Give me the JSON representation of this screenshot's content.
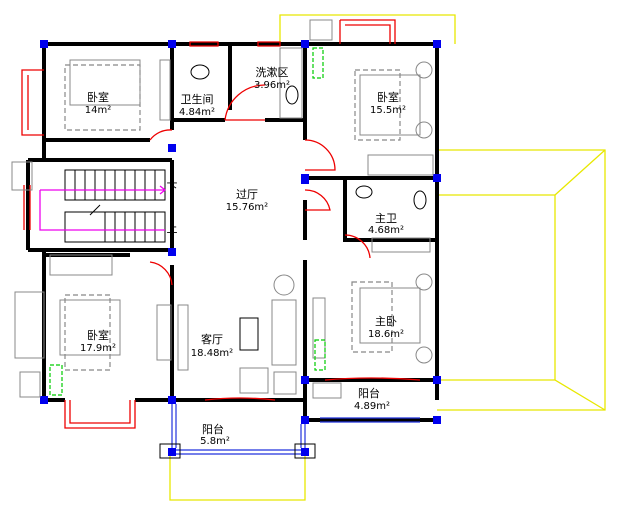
{
  "rooms": [
    {
      "id": "bedroom-nw",
      "name": "卧室",
      "area": "14m²"
    },
    {
      "id": "toilet",
      "name": "卫生间",
      "area": "4.84m²"
    },
    {
      "id": "washing-area",
      "name": "洗漱区",
      "area": "3.96m²"
    },
    {
      "id": "bedroom-ne",
      "name": "卧室",
      "area": "15.5m²"
    },
    {
      "id": "hallway",
      "name": "过厅",
      "area": "15.76m²"
    },
    {
      "id": "master-bath",
      "name": "主卫",
      "area": "4.68m²"
    },
    {
      "id": "bedroom-sw",
      "name": "卧室",
      "area": "17.9m²"
    },
    {
      "id": "living-room",
      "name": "客厅",
      "area": "18.48m²"
    },
    {
      "id": "master-bedroom",
      "name": "主卧",
      "area": "18.6m²"
    },
    {
      "id": "balcony-east",
      "name": "阳台",
      "area": "4.89m²"
    },
    {
      "id": "balcony-south",
      "name": "阳台",
      "area": "5.8m²"
    }
  ],
  "stairs": {
    "down": "下",
    "up": "上"
  },
  "colors": {
    "wall": "#000000",
    "column": "#0000ee",
    "window": "#e00000",
    "roof_outline": "#e8e800",
    "glass": "#2233dd",
    "ac_unit": "#00cc00",
    "stair_arrow": "#ee00ee"
  }
}
